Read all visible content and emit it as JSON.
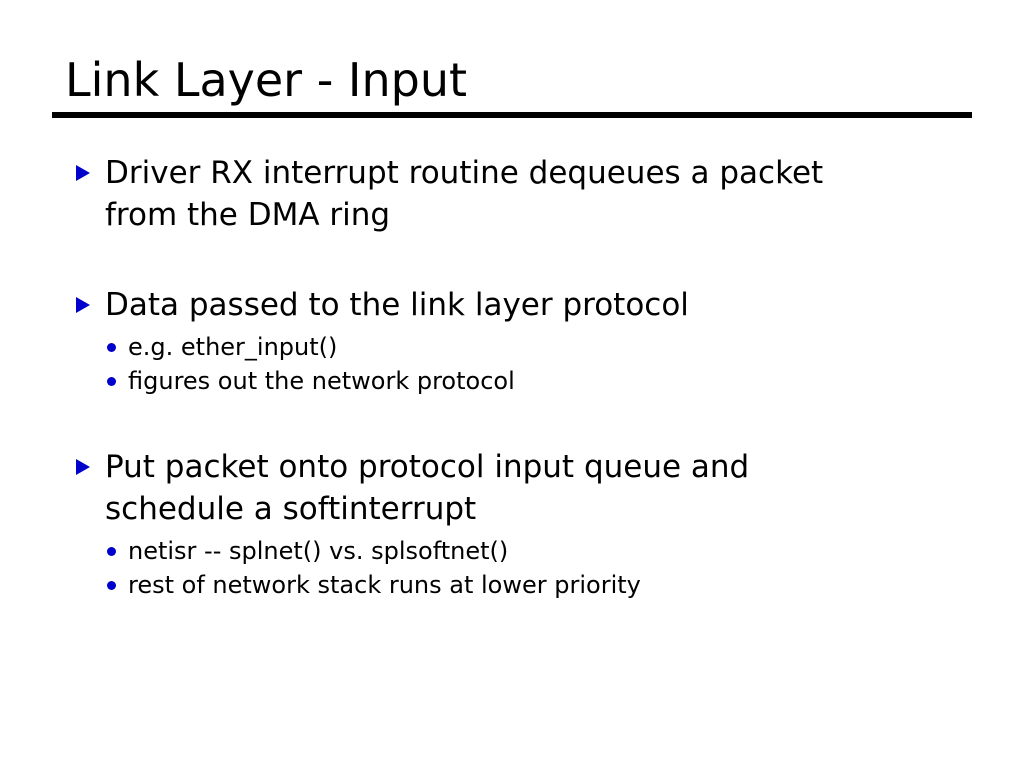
{
  "slide": {
    "title": "Link Layer - Input",
    "background_color": "#FFFFFF",
    "text_color": "#000000",
    "accent_color": "#0000CC",
    "rule_color": "#000000",
    "level1_marker": "triangle-right-bullet-icon",
    "level2_marker": "dot-bullet-icon",
    "bullets": [
      {
        "text": "Driver RX interrupt routine dequeues a packet from the DMA ring",
        "sub": []
      },
      {
        "text": "Data passed to the link layer protocol",
        "sub": [
          "e.g. ether_input()",
          "figures out the network protocol"
        ]
      },
      {
        "text": "Put packet onto protocol input queue and schedule a softinterrupt",
        "sub": [
          "netisr -- splnet() vs. splsoftnet()",
          "rest of network stack runs at lower priority"
        ]
      }
    ]
  }
}
